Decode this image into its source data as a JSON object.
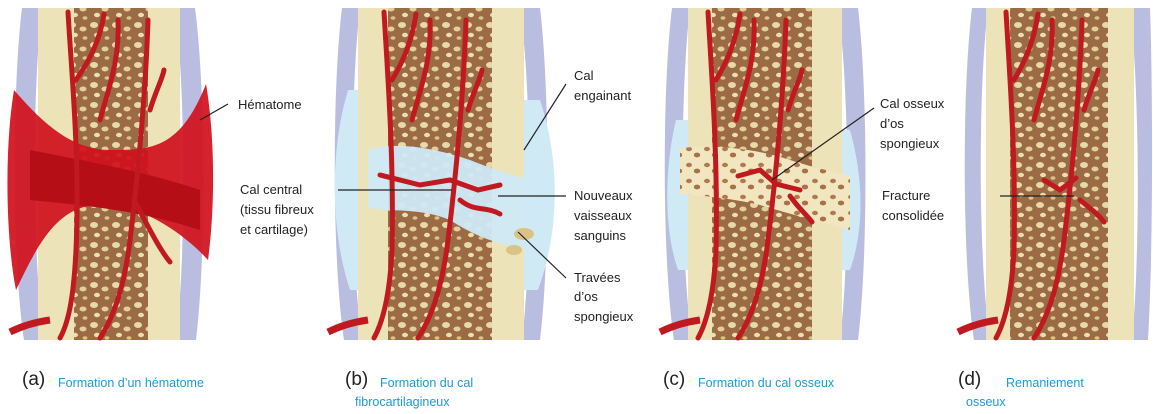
{
  "panels": [
    {
      "letter": "(a)",
      "title_lines": [
        "Formation d’un hématome"
      ]
    },
    {
      "letter": "(b)",
      "title_lines": [
        "Formation du cal",
        "fibrocartilagineux"
      ]
    },
    {
      "letter": "(c)",
      "title_lines": [
        "Formation du cal osseux"
      ]
    },
    {
      "letter": "(d)",
      "title_lines": [
        "Remaniement",
        "osseux"
      ]
    }
  ],
  "labels": {
    "hematome": [
      "Hématome"
    ],
    "cal_central": [
      "Cal central",
      "(tissu fibreux",
      "et cartilage)"
    ],
    "cal_engainant": [
      "Cal",
      "engainant"
    ],
    "nouveaux_vaisseaux": [
      "Nouveaux",
      "vaisseaux",
      "sanguins"
    ],
    "travees": [
      "Travées",
      "d’os",
      "spongieux"
    ],
    "cal_osseux": [
      "Cal osseux",
      "d’os",
      "spongieux"
    ],
    "fracture": [
      "Fracture",
      "consolidée"
    ]
  },
  "colors": {
    "bone": "#ede3b8",
    "marrow": "#9b6b45",
    "vessel": "#c01a20",
    "hematoma": "#d0101c",
    "periosteum": "#b9bde0",
    "fibrocartilage": "#cfe9f5",
    "caption": "#1e9ad6"
  }
}
